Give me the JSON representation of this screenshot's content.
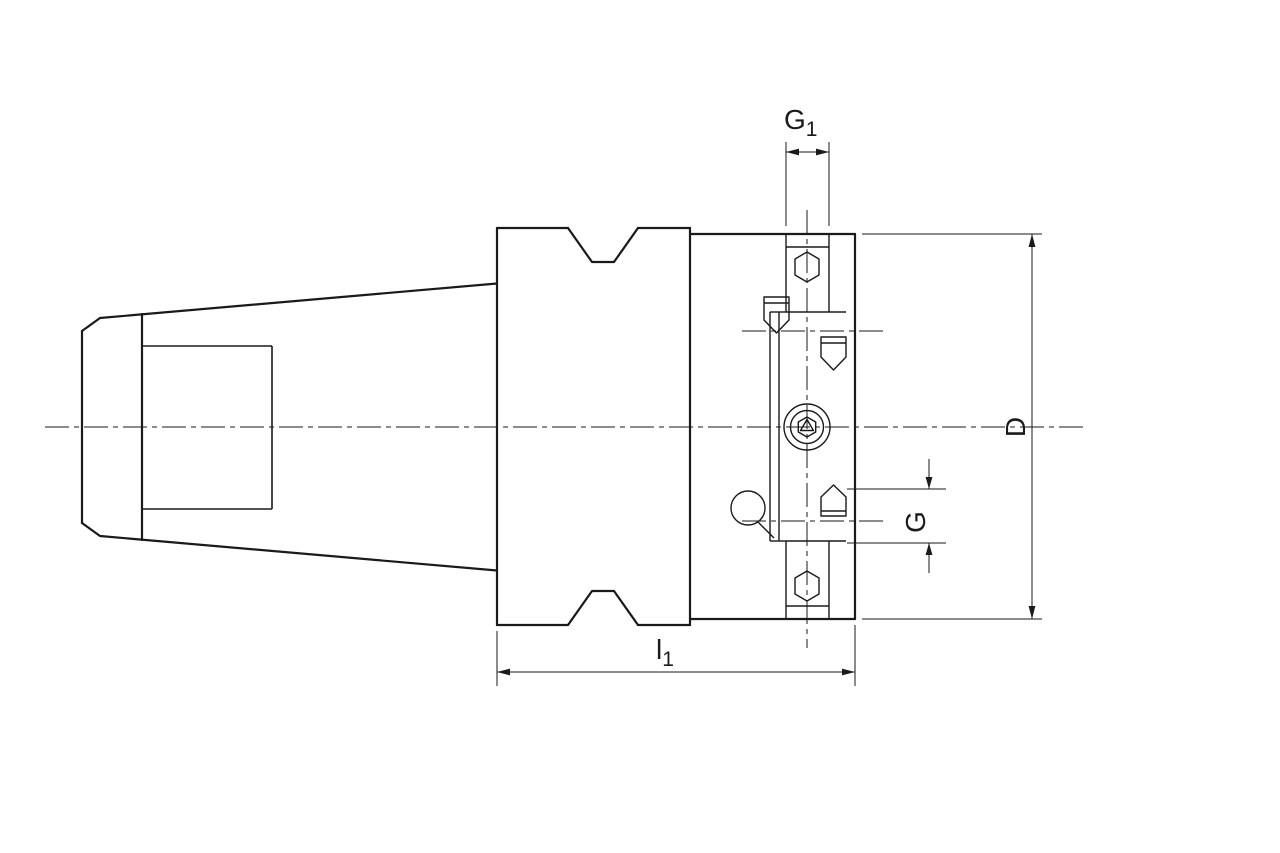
{
  "page": {
    "background": "#ffffff",
    "line_color": "#1a1a1a"
  },
  "dimension_labels": {
    "g1": {
      "base": "G",
      "sub": "1"
    },
    "d": {
      "base": "D",
      "sub": ""
    },
    "g": {
      "base": "G",
      "sub": ""
    },
    "l1": {
      "base": "l",
      "sub": "1"
    }
  }
}
